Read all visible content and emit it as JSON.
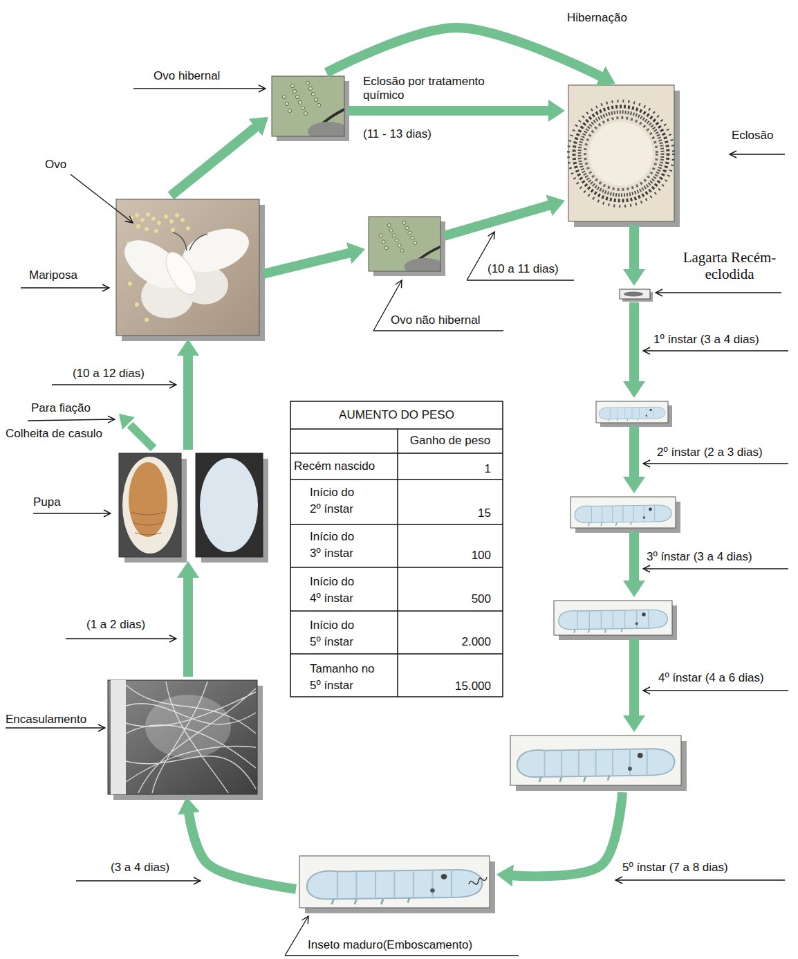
{
  "diagram": {
    "nodes": [
      {
        "text": [
          "Mariposa",
          "Ovo"
        ]
      },
      {
        "text": [
          "Ovo hibernal"
        ]
      },
      {
        "text": [
          "Ovo não hibernal"
        ]
      },
      {
        "text": [
          "Eclosão"
        ]
      },
      {
        "text": [
          "Lagarta Recém-eclodida"
        ]
      },
      {
        "text": []
      },
      {
        "text": []
      },
      {
        "text": []
      },
      {
        "text": []
      },
      {
        "text": [
          "Inseto maduro(Emboscamento)"
        ]
      },
      {
        "text": [
          "Encasulamento"
        ]
      },
      {
        "text": [
          "Pupa"
        ]
      }
    ],
    "edges": [
      {
        "from": 0,
        "to": 1,
        "arrow": "to"
      },
      {
        "from": 0,
        "to": 2,
        "arrow": "to"
      },
      {
        "from": 1,
        "to": 3,
        "label": "Hibernação",
        "arrow": "to"
      },
      {
        "from": 1,
        "to": 3,
        "label": "Eclosão por tratamento químico",
        "arrow": "to"
      },
      {
        "from": 2,
        "to": 3,
        "arrow": "to"
      },
      {
        "from": 3,
        "to": 4,
        "arrow": "to"
      },
      {
        "from": 4,
        "to": 5,
        "label": "1º ínstar (3 a 4 dias)",
        "arrow": "to"
      },
      {
        "from": 5,
        "to": 6,
        "label": "2º ínstar (2 a 3 dias)",
        "arrow": "to"
      },
      {
        "from": 6,
        "to": 7,
        "label": "3º ínstar (3 a 4 dias)",
        "arrow": "to"
      },
      {
        "from": 7,
        "to": 8,
        "label": "4º ínstar (4 a 6 dias)",
        "arrow": "to"
      },
      {
        "from": 8,
        "to": 9,
        "label": "5º ínstar (7 a 8 dias)",
        "arrow": "to"
      },
      {
        "from": 9,
        "to": 10,
        "label": "(3 a 4 dias)",
        "arrow": "to"
      },
      {
        "from": 10,
        "to": 11,
        "label": "(1 a 2 dias)",
        "arrow": "to"
      },
      {
        "from": 11,
        "to": 0,
        "label": "(10 a 12 dias)",
        "arrow": "to"
      }
    ],
    "labels": [
      "(11 - 13 dias)",
      "(10 a 11 dias)",
      "Para fiação",
      "Colheita de casulo",
      "AUMENTO DO PESO",
      "Ganho de peso",
      "Recém nascido",
      "1",
      "Início do 2º ínstar",
      "15",
      "Início do 3º ínstar",
      "100",
      "Início do 4º ínstar",
      "500",
      "Início do 5º ínstar",
      "2.000",
      "Tamanho no 5º ínstar",
      "15.000"
    ]
  }
}
